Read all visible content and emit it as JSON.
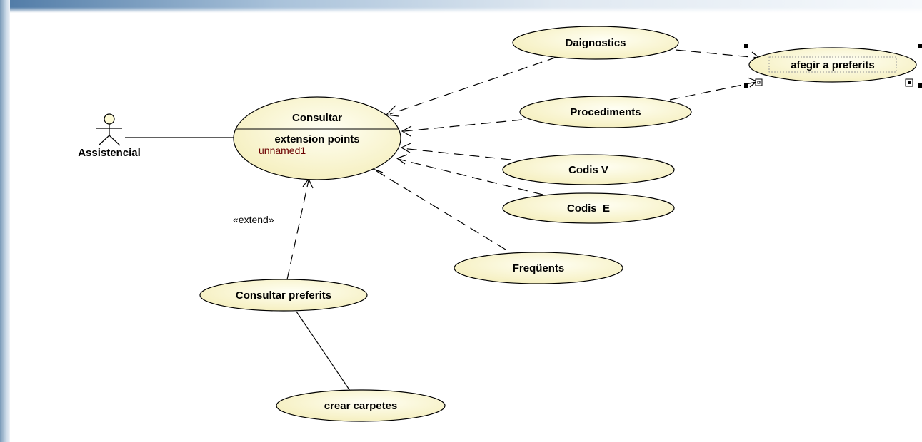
{
  "actor": {
    "name": "Assistencial",
    "icon": "stick-figure-actor"
  },
  "use_cases": {
    "consultar": {
      "name": "Consultar",
      "compartment_title": "extension points",
      "extension_point": "unnamed1"
    },
    "daignostics": {
      "name": "Daignostics"
    },
    "procediments": {
      "name": "Procediments"
    },
    "codis_v": {
      "name": "Codis V"
    },
    "codis_e": {
      "name": "Codis  E"
    },
    "frequents": {
      "name": "Freqüents"
    },
    "consultar_preferits": {
      "name": "Consultar preferits"
    },
    "crear_carpetes": {
      "name": "crear carpetes"
    },
    "afegir_preferits": {
      "name": "afegir a preferits",
      "selected": true
    }
  },
  "relations": {
    "extend_label": "«extend»"
  },
  "colors": {
    "use_case_fill": "#fefbd6",
    "use_case_stroke": "#000000",
    "extension_point_text": "#6b0000"
  }
}
